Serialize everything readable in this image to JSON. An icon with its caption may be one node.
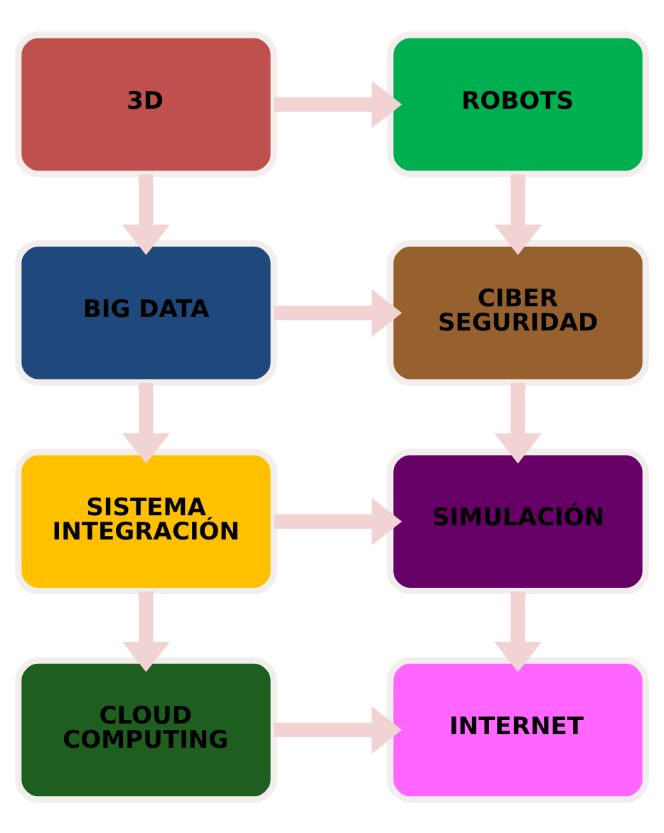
{
  "diagram": {
    "nodes": [
      {
        "text": [
          "3D"
        ]
      },
      {
        "text": [
          "ROBOTS"
        ]
      },
      {
        "text": [
          "BIG DATA"
        ]
      },
      {
        "text": [
          "CIBER SEGURIDAD"
        ]
      },
      {
        "text": [
          "SISTEMA INTEGRACIÓN"
        ]
      },
      {
        "text": [
          "SIMULACIÓN"
        ]
      },
      {
        "text": [
          "CLOUD COMPUTING"
        ]
      },
      {
        "text": [
          "INTERNET"
        ]
      }
    ],
    "edges": [
      {
        "from": 0,
        "to": 1,
        "arrow": "to"
      },
      {
        "from": 0,
        "to": 2,
        "arrow": "to"
      },
      {
        "from": 1,
        "to": 3,
        "arrow": "to"
      },
      {
        "from": 2,
        "to": 3,
        "arrow": "to"
      },
      {
        "from": 2,
        "to": 4,
        "arrow": "to"
      },
      {
        "from": 3,
        "to": 5,
        "arrow": "to"
      },
      {
        "from": 4,
        "to": 5,
        "arrow": "to"
      },
      {
        "from": 4,
        "to": 6,
        "arrow": "to"
      },
      {
        "from": 5,
        "to": 7,
        "arrow": "to"
      },
      {
        "from": 6,
        "to": 7,
        "arrow": "to"
      }
    ]
  }
}
